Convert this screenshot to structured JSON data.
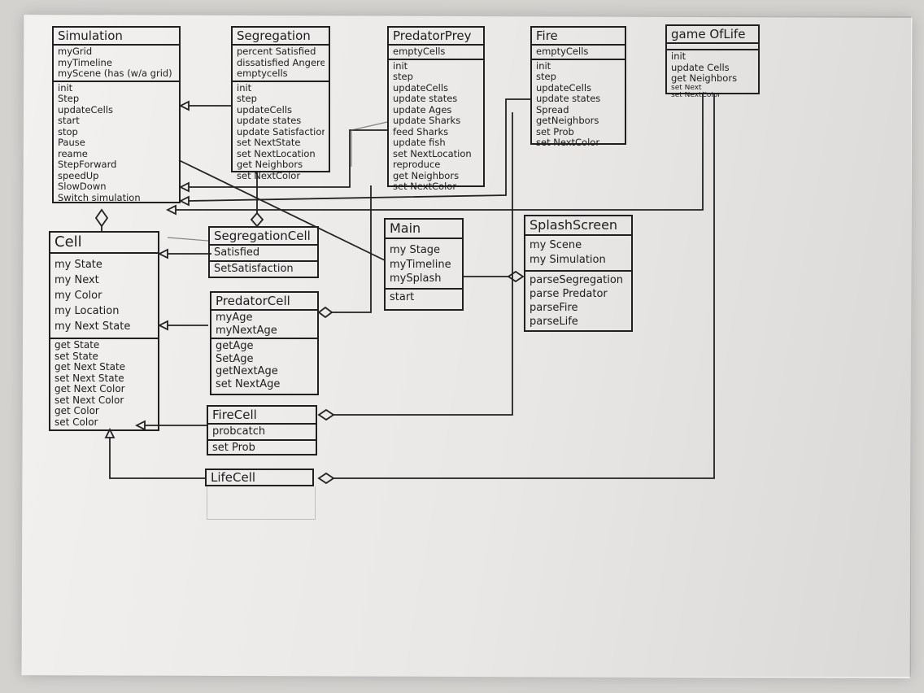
{
  "classes": {
    "simulation": {
      "title": "Simulation",
      "fields": [
        "myGrid",
        "myTimeline",
        "myScene (has (w/a grid)"
      ],
      "methods": [
        "init",
        "Step",
        "updateCells",
        "start",
        "stop",
        "Pause",
        "reame",
        "StepForward",
        "speedUp",
        "SlowDown",
        "Switch simulation"
      ]
    },
    "segregation": {
      "title": "Segregation",
      "fields": [
        "percent Satisfied",
        "dissatisfied Angeres",
        "emptycells"
      ],
      "methods": [
        "init",
        "step",
        "updateCells",
        "update states",
        "update Satisfaction",
        "set NextState",
        "set NextLocation",
        "get Neighbors",
        "set NextColor"
      ]
    },
    "predatorPrey": {
      "title": "PredatorPrey",
      "fields": [
        "emptyCells"
      ],
      "methods": [
        "init",
        "step",
        "updateCells",
        "update states",
        "update Ages",
        "update Sharks",
        "feed Sharks",
        "update fish",
        "set NextLocation",
        "reproduce",
        "get Neighbors",
        "set NextColor"
      ]
    },
    "fire": {
      "title": "Fire",
      "fields": [
        "emptyCells"
      ],
      "methods": [
        "init",
        "step",
        "updateCells",
        "update states",
        "Spread",
        "getNeighbors",
        "set Prob",
        "set NextColor"
      ]
    },
    "gameOfLife": {
      "title": "game OfLife",
      "fields": [],
      "methods": [
        "init",
        "update Cells",
        "get Neighbors",
        "set Next",
        "set NextColor"
      ]
    },
    "cell": {
      "title": "Cell",
      "fields": [
        "my State",
        "my Next",
        "my Color",
        "my Location",
        "my Next State"
      ],
      "methods": [
        "get State",
        "set State",
        "get Next State",
        "set Next State",
        "get Next Color",
        "set Next Color",
        "get Color",
        "set Color"
      ]
    },
    "segregationCell": {
      "title": "SegregationCell",
      "fields": [
        "Satisfied"
      ],
      "methods": [
        "SetSatisfaction"
      ]
    },
    "predatorCell": {
      "title": "PredatorCell",
      "fields": [
        "myAge",
        "myNextAge"
      ],
      "methods": [
        "getAge",
        "SetAge",
        "getNextAge",
        "set NextAge"
      ]
    },
    "fireCell": {
      "title": "FireCell",
      "fields": [
        "probcatch"
      ],
      "methods": [
        "set Prob"
      ]
    },
    "lifeCell": {
      "title": "LifeCell",
      "fields": [],
      "methods": []
    },
    "main": {
      "title": "Main",
      "fields": [
        "my Stage",
        "myTimeline",
        "mySplash"
      ],
      "methods": [
        "start"
      ]
    },
    "splashScreen": {
      "title": "SplashScreen",
      "fields": [
        "my Scene",
        "my Simulation"
      ],
      "methods": [
        "parseSegregation",
        "parse Predator",
        "parseFire",
        "parseLife"
      ]
    }
  }
}
